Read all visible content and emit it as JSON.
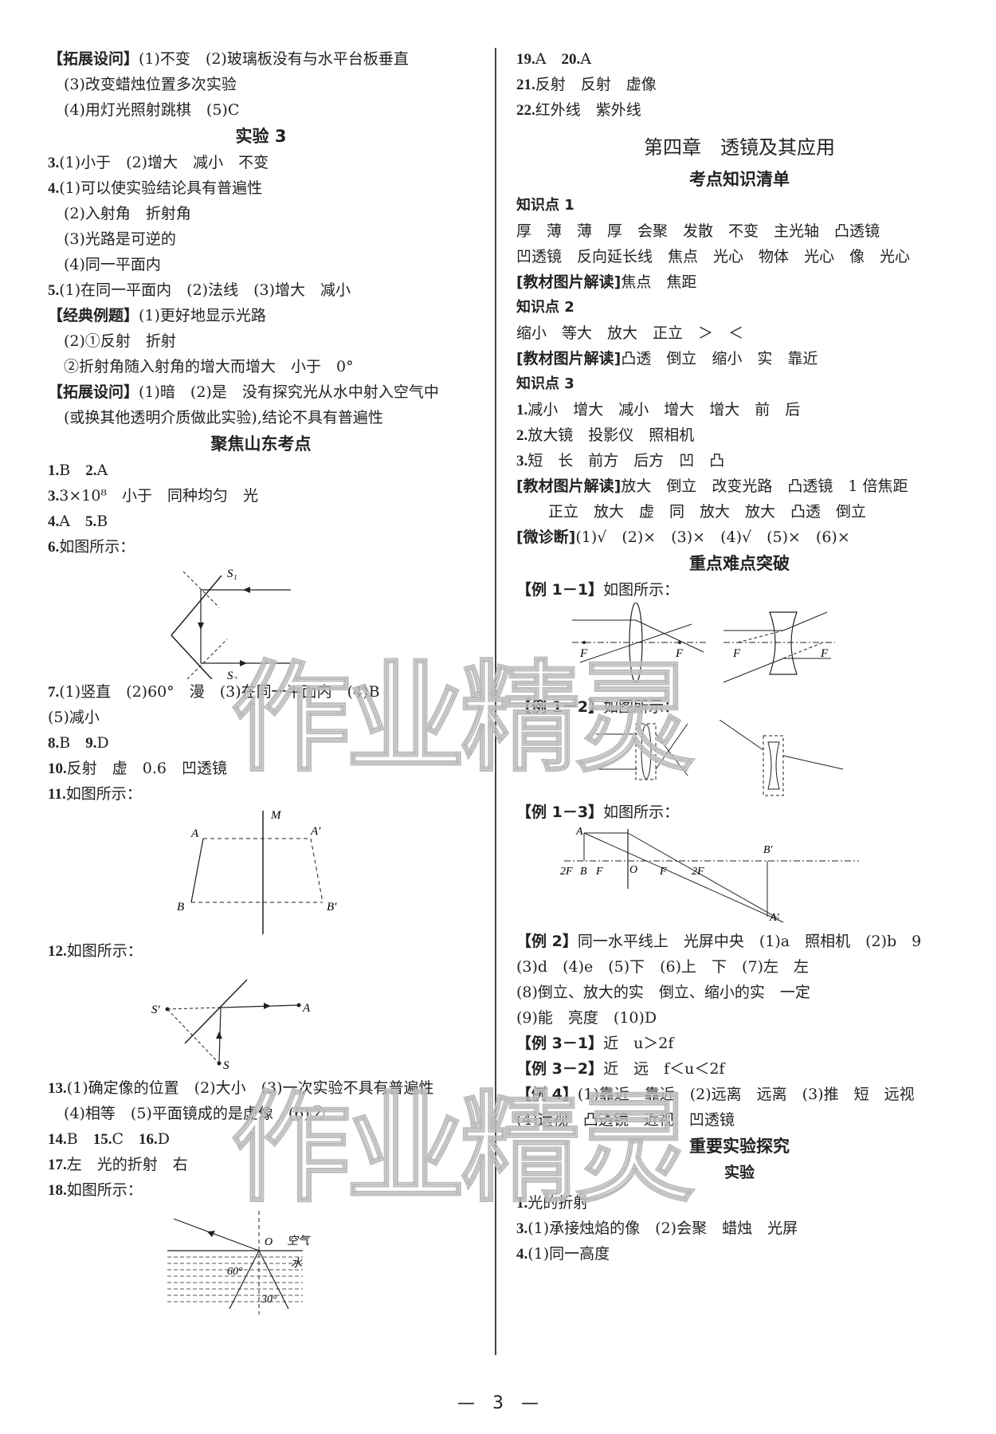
{
  "left": {
    "tuozhan1": {
      "tag": "【拓展设问】",
      "l1": "(1)不变　(2)玻璃板没有与水平台板垂直",
      "l2": "(3)改变蜡烛位置多次实验",
      "l3": "(4)用灯光照射跳棋　(5)C"
    },
    "exp3_title": "实验 3",
    "q3": {
      "num": "3.",
      "text": "(1)小于　(2)增大　减小　不变"
    },
    "q4": {
      "num": "4.",
      "l1": "(1)可以使实验结论具有普遍性",
      "l2": "(2)入射角　折射角",
      "l3": "(3)光路是可逆的",
      "l4": "(4)同一平面内"
    },
    "q5": {
      "num": "5.",
      "text": "(1)在同一平面内　(2)法线　(3)增大　减小"
    },
    "jingdian": {
      "tag": "【经典例题】",
      "l1": "(1)更好地显示光路",
      "l2": "(2)①反射　折射",
      "l3": "②折射角随入射角的增大而增大　小于　0°"
    },
    "tuozhan2": {
      "tag": "【拓展设问】",
      "l1": "(1)暗　(2)是　没有探究光从水中射入空气中",
      "l2": "(或换其他透明介质做此实验),结论不具有普遍性"
    },
    "focus_title": "聚焦山东考点",
    "a1": {
      "n1": "1.",
      "v1": "B",
      "n2": "2.",
      "v2": "A"
    },
    "a3": {
      "num": "3.",
      "text": "3×10⁸　小于　同种均匀　光"
    },
    "a4": {
      "n1": "4.",
      "v1": "A",
      "n2": "5.",
      "v2": "B"
    },
    "a6": {
      "num": "6.",
      "text": "如图所示："
    },
    "fig6": {
      "s1": "S₁",
      "s2": "S₂"
    },
    "a7": {
      "num": "7.",
      "l1": "(1)竖直　(2)60°　漫　(3)在同一平面内　(4)B",
      "l2": "(5)减小"
    },
    "a8": {
      "n1": "8.",
      "v1": "B",
      "n2": "9.",
      "v2": "D"
    },
    "a10": {
      "num": "10.",
      "text": "反射　虚　0.6　凹透镜"
    },
    "a11": {
      "num": "11.",
      "text": "如图所示："
    },
    "fig11": {
      "m": "M",
      "a": "A",
      "a2": "A′",
      "b": "B",
      "b2": "B′"
    },
    "a12": {
      "num": "12.",
      "text": "如图所示："
    },
    "fig12": {
      "s": "S",
      "s2": "S′",
      "a": "A"
    },
    "a13": {
      "num": "13.",
      "l1": "(1)确定像的位置　(2)大小　(3)一次实验不具有普遍性",
      "l2": "(4)相等　(5)平面镜成的是虚像　(6)②"
    },
    "a14": {
      "n1": "14.",
      "v1": "B",
      "n2": "15.",
      "v2": "C",
      "n3": "16.",
      "v3": "D"
    },
    "a17": {
      "num": "17.",
      "text": "左　光的折射　右"
    },
    "a18": {
      "num": "18.",
      "text": "如图所示："
    },
    "fig18": {
      "o": "O",
      "air": "空气",
      "water": "水",
      "ang1": "60°",
      "ang2": "30°"
    }
  },
  "right": {
    "a19": {
      "n1": "19.",
      "v1": "A",
      "n2": "20.",
      "v2": "A"
    },
    "a21": {
      "num": "21.",
      "text": "反射　反射　虚像"
    },
    "a22": {
      "num": "22.",
      "text": "红外线　紫外线"
    },
    "chapter_title": "第四章　透镜及其应用",
    "checklist_title": "考点知识清单",
    "kp1": {
      "title": "知识点 1",
      "l1": "厚　薄　薄　厚　会聚　发散　不变　主光轴　凸透镜",
      "l2": "凹透镜　反向延长线　焦点　光心　物体　光心　像　光心",
      "tag": "[教材图片解读]",
      "l3": "焦点　焦距"
    },
    "kp2": {
      "title": "知识点 2",
      "l1": "缩小　等大　放大　正立　＞　＜",
      "tag": "[教材图片解读]",
      "l2": "凸透　倒立　缩小　实　靠近"
    },
    "kp3": {
      "title": "知识点 3",
      "n1": "1.",
      "l1": "减小　增大　减小　增大　增大　前　后",
      "n2": "2.",
      "l2": "放大镜　投影仪　照相机",
      "n3": "3.",
      "l3": "短　长　前方　后方　凹　凸",
      "tag": "[教材图片解读]",
      "l4": "放大　倒立　改变光路　凸透镜　1 倍焦距",
      "l5": "正立　放大　虚　同　放大　放大　凸透　倒立",
      "tag2": "[微诊断]",
      "l6": "(1)√　(2)×　(3)×　(4)√　(5)×　(6)×"
    },
    "key_title": "重点难点突破",
    "ex11": {
      "tag": "【例 1－1】",
      "text": "如图所示：",
      "f": "F"
    },
    "ex12": {
      "tag": "【例 1－2】",
      "text": "如图所示："
    },
    "ex13": {
      "tag": "【例 1－3】",
      "text": "如图所示：",
      "a": "A",
      "b": "B",
      "a2": "A′",
      "b2": "B′",
      "o": "O",
      "f": "F",
      "f2": "2F"
    },
    "ex2": {
      "tag": "【例 2】",
      "l1": "同一水平线上　光屏中央　(1)a　照相机　(2)b　9",
      "l2": "(3)d　(4)e　(5)下　(6)上　下　(7)左　左",
      "l3": "(8)倒立、放大的实　倒立、缩小的实　一定",
      "l4": "(9)能　亮度　(10)D"
    },
    "ex31": {
      "tag": "【例 3－1】",
      "text": "近　u＞2f"
    },
    "ex32": {
      "tag": "【例 3－2】",
      "text": "近　远　f＜u＜2f"
    },
    "ex4": {
      "tag": "【例 4】",
      "l1": "(1)靠近　靠近　(2)远离　远离　(3)推　短　远视",
      "l2": "(4)远视　凸透镜　近视　凹透镜"
    },
    "exp_title": "重要实验探究",
    "exp_sub": "实验",
    "e1": {
      "num": "1.",
      "text": "光的折射"
    },
    "e3": {
      "num": "3.",
      "text": "(1)承接烛焰的像　(2)会聚　蜡烛　光屏"
    },
    "e4": {
      "num": "4.",
      "text": "(1)同一高度"
    }
  },
  "footer": {
    "page_number": "—　3　—"
  },
  "watermark": {
    "text": "作业精灵"
  }
}
